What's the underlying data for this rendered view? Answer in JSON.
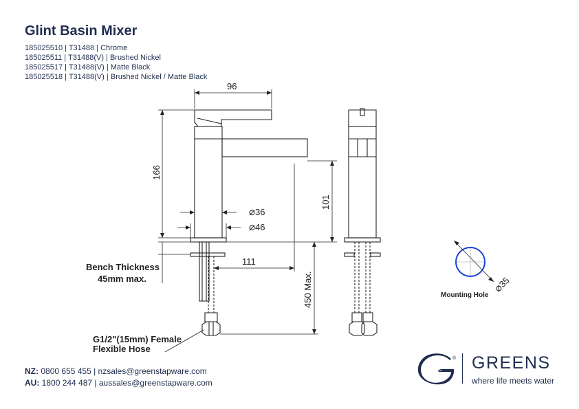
{
  "title": "Glint Basin Mixer",
  "product_codes": [
    "185025510 | T31488 | Chrome",
    "185025511 | T31488(V) | Brushed Nickel",
    "185025517 | T31488(V) | Matte Black",
    "185025518 | T31488(V) | Brushed Nickel / Matte Black"
  ],
  "dimensions": {
    "width_top": "96",
    "height_total": "166",
    "spout_height": "101",
    "dia_body": "36",
    "dia_base": "46",
    "reach": "111",
    "max_below": "450 Max.",
    "mounting_dia": "35"
  },
  "labels": {
    "bench_line1": "Bench Thickness",
    "bench_line2": "45mm max.",
    "hose_line1": "G1/2\"(15mm) Female",
    "hose_line2": "Flexible Hose",
    "mounting_hole": "Mounting Hole"
  },
  "contact": {
    "nz_label": "NZ:",
    "nz_text": "0800 655 455 | nzsales@greenstapware.com",
    "au_label": "AU:",
    "au_text": "1800 244 487 | aussales@greenstapware.com"
  },
  "brand": {
    "name": "GREENS",
    "tagline": "where life meets water",
    "registered": "®"
  },
  "colors": {
    "navy": "#1f2d4e",
    "mounting_circle": "#1a3fd6",
    "line": "#222222"
  }
}
